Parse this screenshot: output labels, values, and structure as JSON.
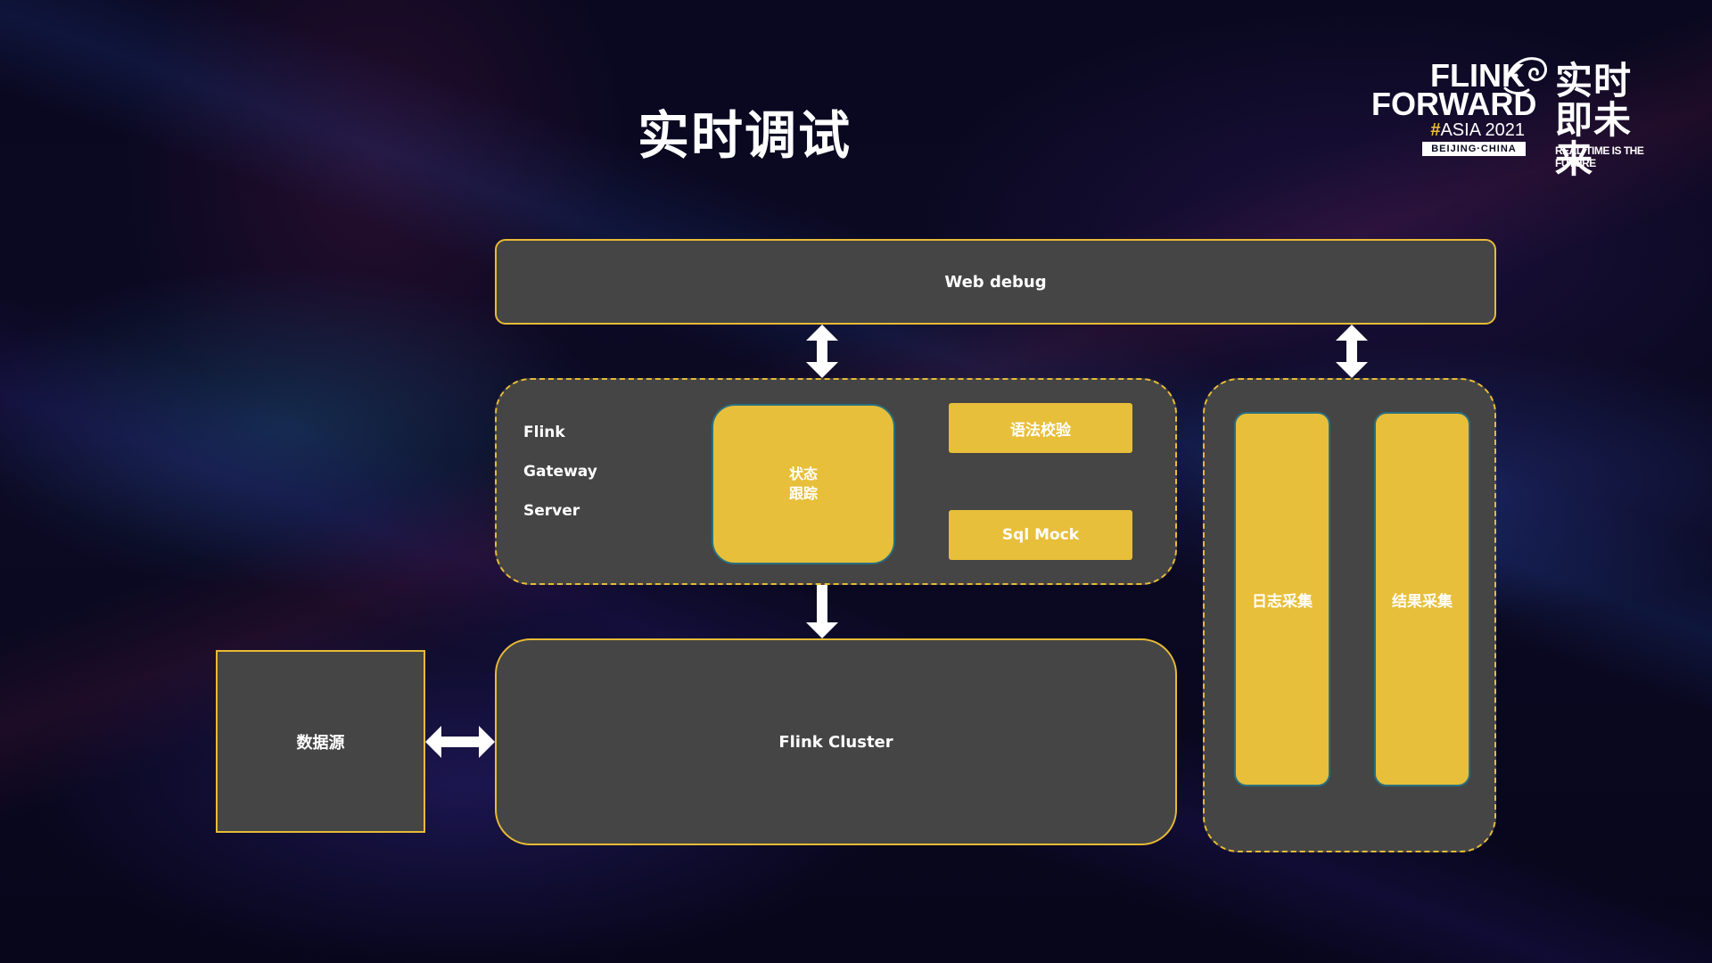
{
  "title": "实时调试",
  "logo": {
    "line1": "FLINK",
    "line2": "FORWARD",
    "hash": "#",
    "asia": "ASIA 2021",
    "city": "BEIJING·CHINA",
    "zh_line1": "实时",
    "zh_line2": "即未来",
    "tagline": "REAL-TIME IS THE FUTURE"
  },
  "diagram": {
    "web_debug": "Web debug",
    "gateway": {
      "line1": "Flink",
      "line2": "Gateway",
      "line3": "Server"
    },
    "state_tracking": {
      "line1": "状态",
      "line2": "跟踪"
    },
    "syntax_check": "语法校验",
    "sql_mock": "Sql Mock",
    "flink_cluster": "Flink Cluster",
    "data_source": "数据源",
    "log_collect": "日志采集",
    "result_collect": "结果采集"
  },
  "colors": {
    "accent": "#e8bf3a",
    "box_fill": "#454545",
    "background": "#07061a"
  }
}
